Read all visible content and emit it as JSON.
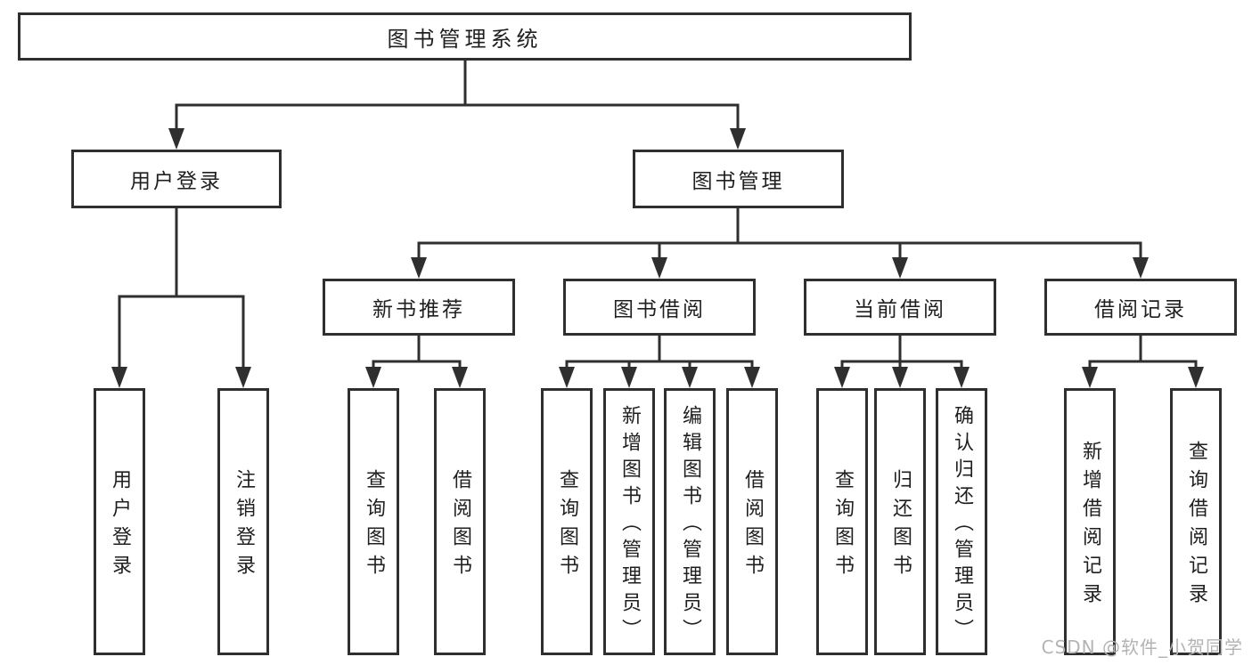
{
  "diagram": {
    "root": {
      "label": "图书管理系统"
    },
    "branches": [
      {
        "label": "用户登录",
        "children": [
          {
            "label": "用户登录"
          },
          {
            "label": "注销登录"
          }
        ]
      },
      {
        "label": "图书管理",
        "children": [
          {
            "label": "新书推荐",
            "children": [
              {
                "label": "查询图书"
              },
              {
                "label": "借阅图书"
              }
            ]
          },
          {
            "label": "图书借阅",
            "children": [
              {
                "label": "查询图书"
              },
              {
                "label": "新增图书（管理员）"
              },
              {
                "label": "编辑图书（管理员）"
              },
              {
                "label": "借阅图书"
              }
            ]
          },
          {
            "label": "当前借阅",
            "children": [
              {
                "label": "查询图书"
              },
              {
                "label": "归还图书"
              },
              {
                "label": "确认归还（管理员）"
              }
            ]
          },
          {
            "label": "借阅记录",
            "children": [
              {
                "label": "新增借阅记录"
              },
              {
                "label": "查询借阅记录"
              }
            ]
          }
        ]
      }
    ]
  },
  "watermark": {
    "label": "CSDN @软件_小贺同学"
  },
  "colors": {
    "line": "#2f2f2f",
    "text": "#1f1f1f",
    "watermark": "#b3b3b3"
  }
}
